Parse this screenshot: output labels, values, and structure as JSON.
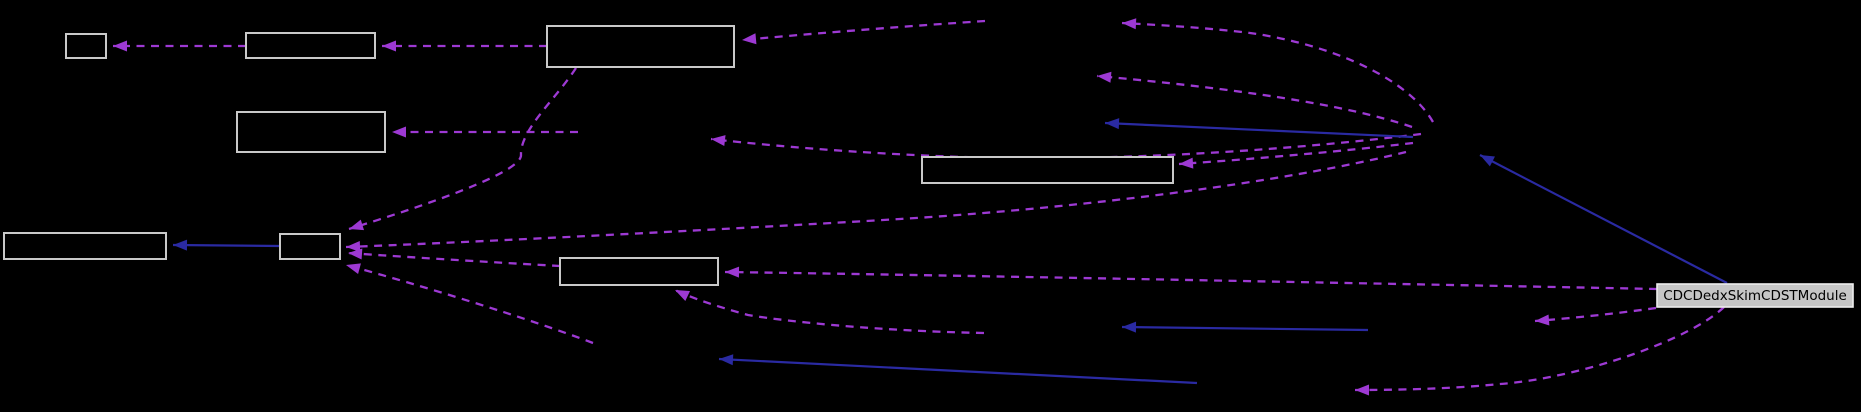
{
  "diagram": {
    "kind": "collaboration-graph",
    "highlighted_node": {
      "label": "CDCDedxSkimCDSTModule"
    },
    "nodes": [
      {
        "id": "node-a",
        "label": ""
      },
      {
        "id": "node-b",
        "label": ""
      },
      {
        "id": "node-c",
        "label": ""
      },
      {
        "id": "node-d",
        "label": ""
      },
      {
        "id": "node-e",
        "label": ""
      },
      {
        "id": "node-f",
        "label": ""
      },
      {
        "id": "node-g",
        "label": ""
      },
      {
        "id": "node-h",
        "label": ""
      },
      {
        "id": "node-main",
        "label": "CDCDedxSkimCDSTModule"
      }
    ],
    "edge_styles": {
      "usage": "dashed-purple",
      "inheritance": "solid-blue"
    },
    "colors": {
      "background": "#000000",
      "node_border": "#c9c9c9",
      "node_fill": "#000000",
      "highlight_fill": "#c6c6c6",
      "highlight_border": "#ededed",
      "highlight_text": "#000000",
      "usage_edge": "#9d39d3",
      "inheritance_edge": "#2a2aa2"
    }
  }
}
